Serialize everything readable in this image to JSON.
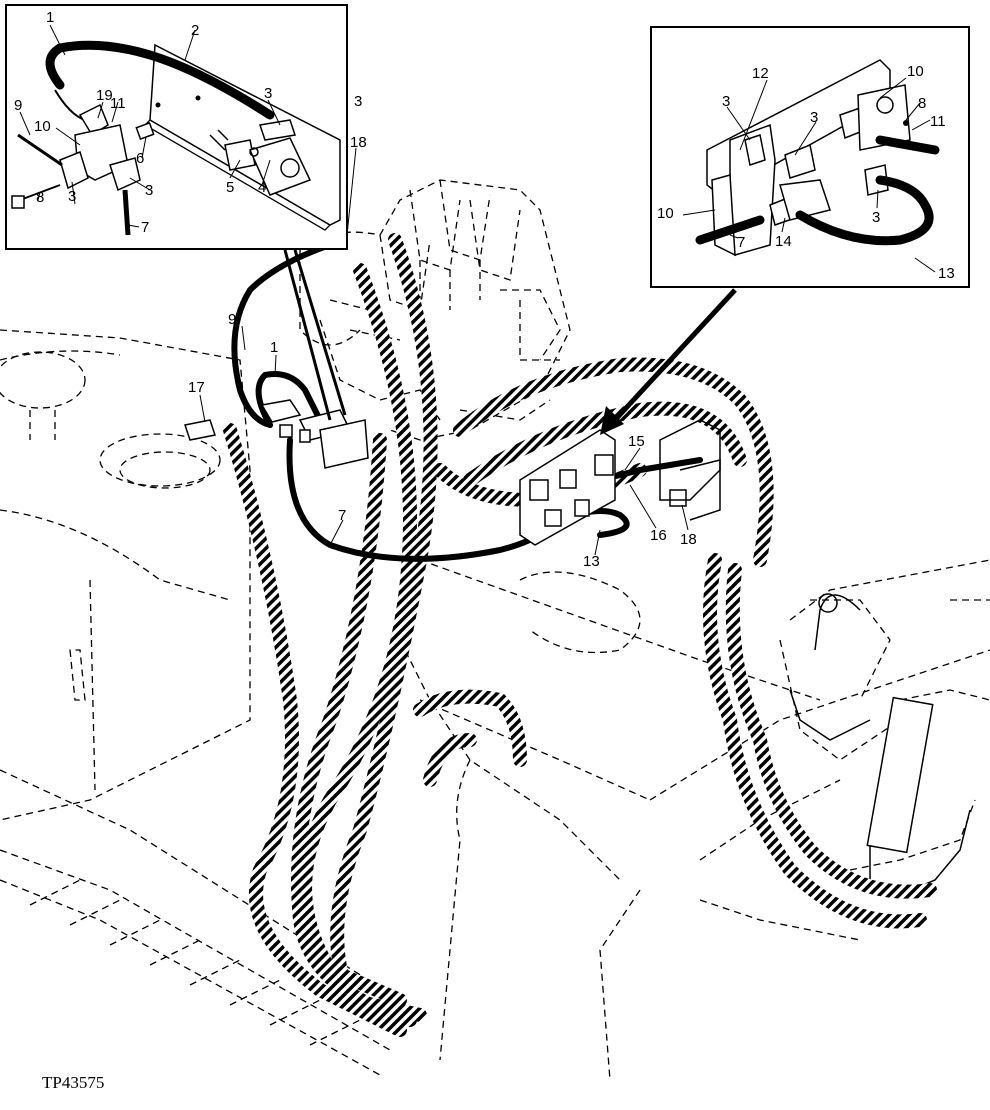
{
  "figure_id": "TP43575",
  "callouts_left_inset": [
    "1",
    "2",
    "3",
    "3",
    "3",
    "3",
    "4",
    "5",
    "6",
    "7",
    "8",
    "9",
    "10",
    "11",
    "18",
    "19"
  ],
  "callouts_right_inset": [
    "3",
    "3",
    "3",
    "7",
    "8",
    "10",
    "10",
    "11",
    "12",
    "13",
    "14"
  ],
  "callouts_main": [
    "1",
    "7",
    "9",
    "13",
    "15",
    "16",
    "17",
    "18"
  ]
}
